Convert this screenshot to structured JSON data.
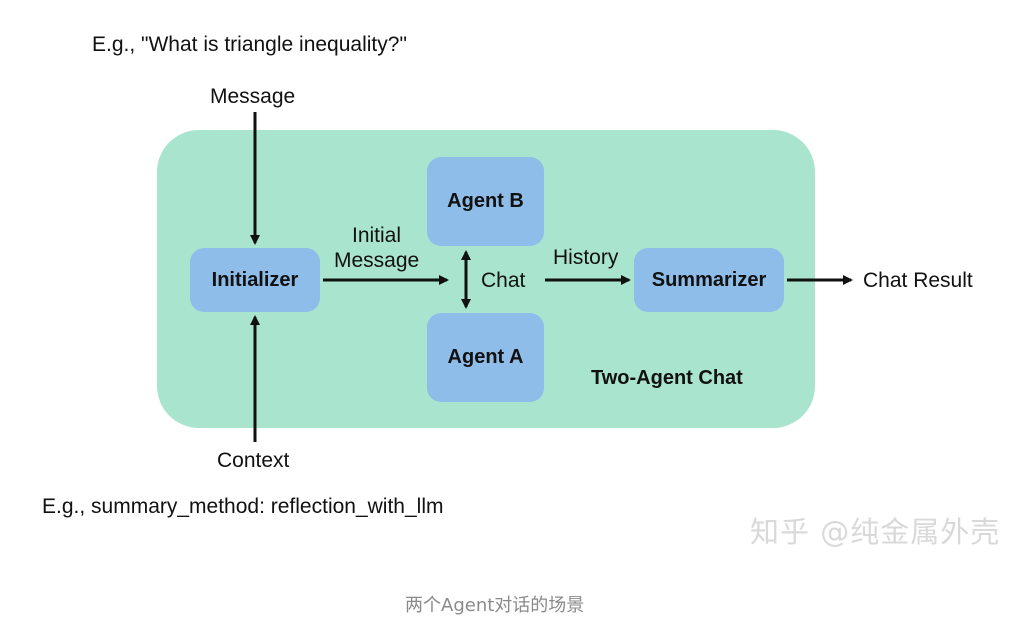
{
  "top_example": "E.g., \"What is triangle inequality?\"",
  "bottom_example": "E.g., summary_method: reflection_with_llm",
  "labels": {
    "message": "Message",
    "context": "Context",
    "initial_message_line1": "Initial",
    "initial_message_line2": "Message",
    "chat": "Chat",
    "history": "History",
    "chat_result": "Chat Result"
  },
  "nodes": {
    "initializer": "Initializer",
    "agent_b": "Agent B",
    "agent_a": "Agent A",
    "summarizer": "Summarizer"
  },
  "container_label": "Two-Agent Chat",
  "watermark": "知乎 @纯金属外壳",
  "caption": "两个Agent对话的场景",
  "colors": {
    "container": "#a9e4cf",
    "node": "#8fbde9",
    "arrow": "#111111"
  }
}
